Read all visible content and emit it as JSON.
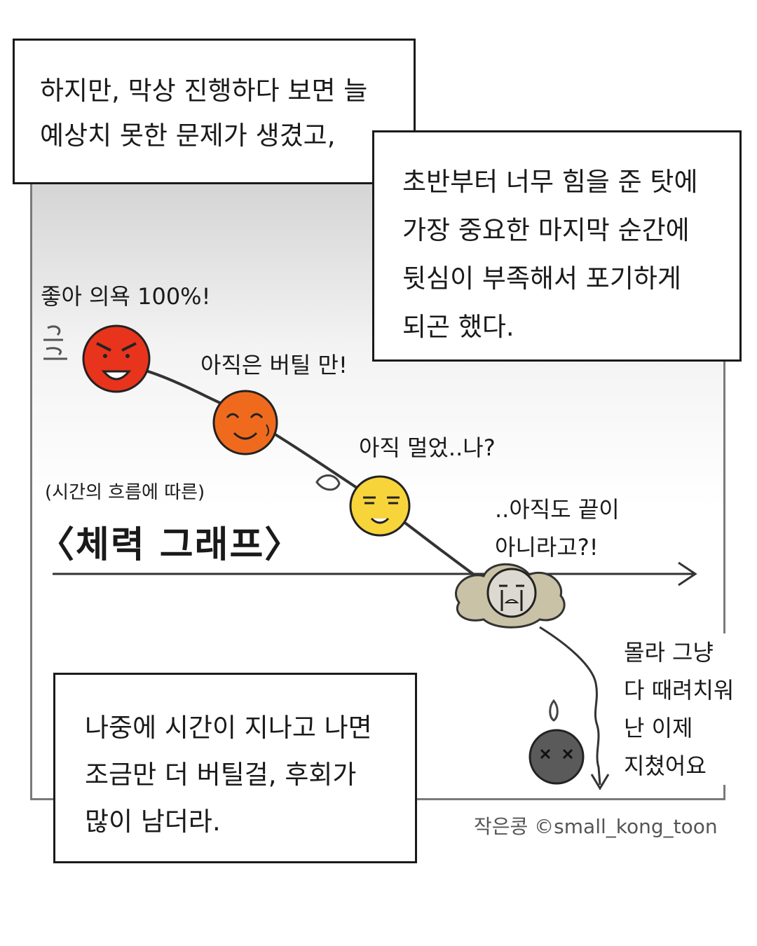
{
  "narration": {
    "top": "하지만, 막상 진행하다 보면 늘\n예상치 못한 문제가 생겼고,",
    "right": "초반부터 너무 힘을 준 탓에\n가장 중요한 마지막 순간에\n뒷심이 부족해서 포기하게\n되곤 했다.",
    "bottom": "나중에 시간이 지나고 나면\n조금만 더 버틸걸, 후회가\n많이 남더라."
  },
  "graph": {
    "subtitle": "(시간의 흐름에 따른)",
    "title": "〈체력 그래프〉"
  },
  "stages": [
    {
      "label": "좋아 의욕 100%!",
      "color": "#e8341c"
    },
    {
      "label": "아직은 버틸 만!",
      "color": "#f06a1e"
    },
    {
      "label": "아직 멀었..나?",
      "color": "#f7d43a"
    },
    {
      "label": "..아직도 끝이\n아니라고?!",
      "color": "#c9c2a6"
    },
    {
      "label": "몰라 그냥\n다 때려치워\n난 이제\n지쳤어요",
      "color": "#5a5a5a"
    }
  ],
  "credit": "작은콩 ©small_kong_toon"
}
